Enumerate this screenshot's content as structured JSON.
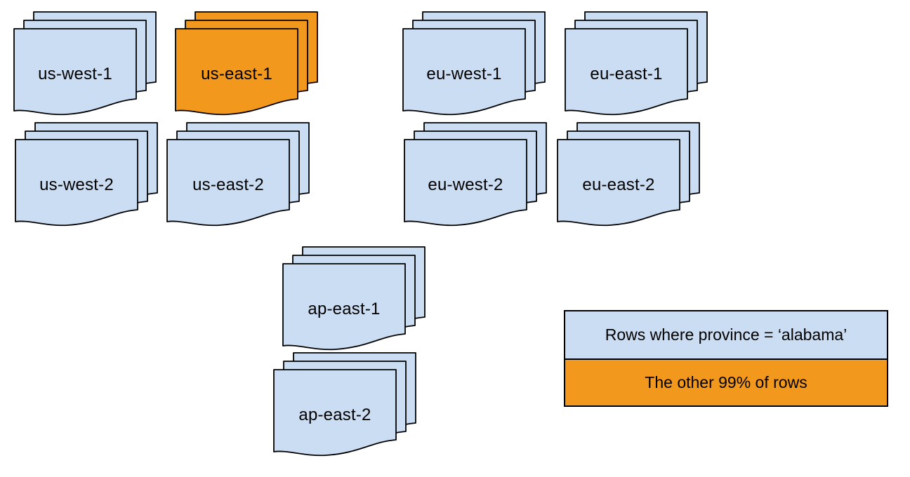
{
  "diagram": {
    "colors": {
      "region_default": "#cbddf2",
      "region_highlight": "#f2991d",
      "outline": "#000000",
      "text": "#000000",
      "background": "#ffffff"
    },
    "stacks": [
      {
        "label": "us-west-1",
        "variant": "default"
      },
      {
        "label": "us-east-1",
        "variant": "highlight"
      },
      {
        "label": "eu-west-1",
        "variant": "default"
      },
      {
        "label": "eu-east-1",
        "variant": "default"
      },
      {
        "label": "us-west-2",
        "variant": "default"
      },
      {
        "label": "us-east-2",
        "variant": "default"
      },
      {
        "label": "eu-west-2",
        "variant": "default"
      },
      {
        "label": "eu-east-2",
        "variant": "default"
      },
      {
        "label": "ap-east-1",
        "variant": "default"
      },
      {
        "label": "ap-east-2",
        "variant": "default"
      }
    ],
    "legend": {
      "items": [
        {
          "label": "Rows where province = ‘alabama’",
          "variant": "default"
        },
        {
          "label": "The other 99% of rows",
          "variant": "highlight"
        }
      ]
    }
  }
}
